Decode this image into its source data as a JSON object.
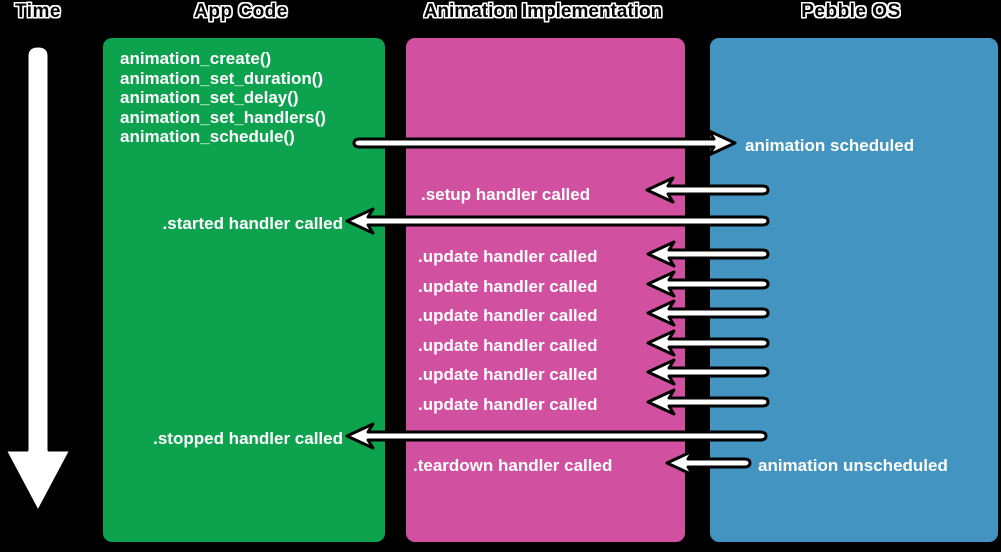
{
  "headers": {
    "time": "Time",
    "app_code": "App Code",
    "implementation": "Animation Implementation",
    "os": "Pebble OS"
  },
  "app_code": {
    "functions": [
      "animation_create()",
      "animation_set_duration()",
      "animation_set_delay()",
      "animation_set_handlers()",
      "animation_schedule()"
    ],
    "started_label": ".started handler called",
    "stopped_label": ".stopped handler called"
  },
  "implementation": {
    "setup_label": ".setup handler called",
    "update_labels": [
      ".update handler called",
      ".update handler called",
      ".update handler called",
      ".update handler called",
      ".update handler called",
      ".update handler called"
    ],
    "teardown_label": ".teardown handler called"
  },
  "os": {
    "scheduled_label": "animation scheduled",
    "unscheduled_label": "animation unscheduled"
  },
  "colors": {
    "background": "#000000",
    "app_code_box": "#0ca24e",
    "implementation_box": "#d1509f",
    "os_box": "#4494c1",
    "label_text": "#ffffff",
    "arrow_fill": "#ffffff",
    "arrow_outline": "#000000",
    "header_fill": "#000000",
    "header_outline": "#ffffff"
  }
}
